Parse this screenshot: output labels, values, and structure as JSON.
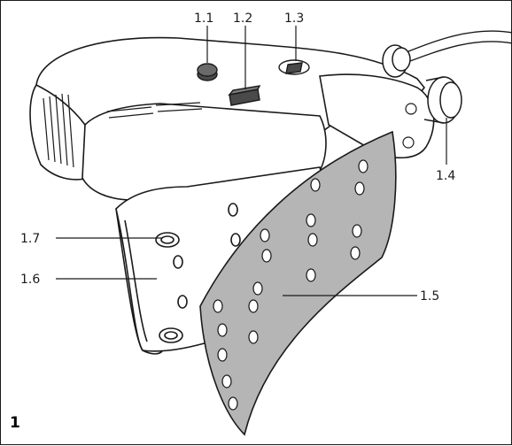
{
  "figure": {
    "number": "1",
    "callouts": {
      "c11": "1.1",
      "c12": "1.2",
      "c13": "1.3",
      "c14": "1.4",
      "c15": "1.5",
      "c16": "1.6",
      "c17": "1.7"
    }
  },
  "colors": {
    "line": "#1a1a1a",
    "abrasive_sheet": "#b5b5b5",
    "abrasive_holes": "#ffffff",
    "machine_body": "#ffffff",
    "knob": "#4a4a4a"
  }
}
